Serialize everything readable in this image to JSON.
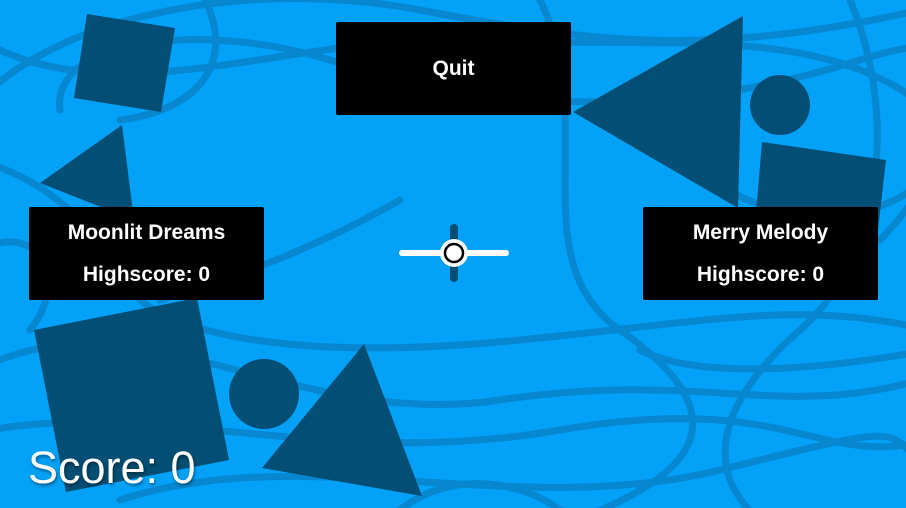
{
  "game": {
    "background_color": "#03a2f8",
    "shape_color": "#034e74",
    "curve_color": "#0687cf"
  },
  "menu": {
    "quit_label": "Quit"
  },
  "songs": [
    {
      "title": "Moonlit Dreams",
      "highscore": "Highscore: 0"
    },
    {
      "title": "Merry Melody",
      "highscore": "Highscore: 0"
    }
  ],
  "hud": {
    "score": "Score: 0"
  },
  "cursor": {
    "icon": "crosshair-cursor-icon"
  }
}
